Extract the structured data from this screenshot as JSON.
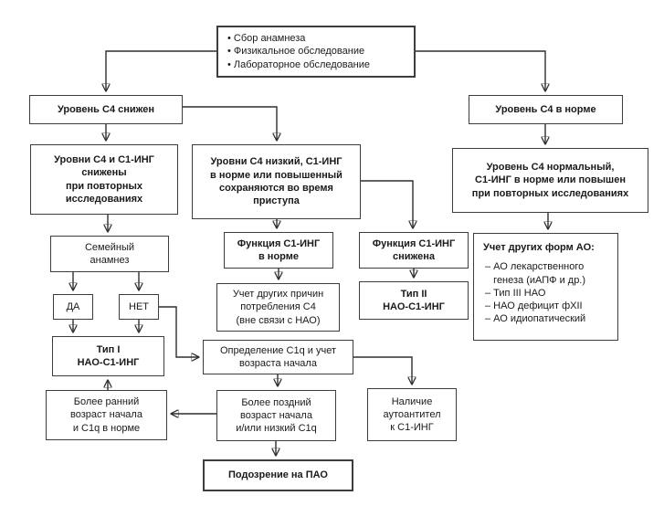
{
  "colors": {
    "ink": "#1a1a1a",
    "line": "#2e2e2e",
    "background": "#ffffff"
  },
  "nodes": {
    "assessment": {
      "text": "• Сбор анамнеза\n• Физикальное обследование\n• Лабораторное обследование"
    },
    "c4_low": {
      "label": "Уровень С4 снижен"
    },
    "c4_normal": {
      "label": "Уровень С4 в норме"
    },
    "c4_c1inh_low": {
      "text": "Уровни С4 и С1-ИНГ\nснижены\nпри повторных\nисследованиях"
    },
    "c4_low_c1inh_normal": {
      "text": "Уровни С4 низкий, С1-ИНГ\nв норме или повышенный\nсохраняются во время\nприступа"
    },
    "c4_normal_repeat": {
      "text": "Уровень С4 нормальный,\nС1-ИНГ в норме или повышен\nпри повторных исследованиях"
    },
    "family_history": {
      "text": "Семейный\nанамнез"
    },
    "c1inh_func_normal": {
      "text": "Функция С1-ИНГ\nв норме"
    },
    "c1inh_func_low": {
      "text": "Функция С1-ИНГ\nснижена"
    },
    "other_c4_causes": {
      "text": "Учет других причин\nпотребления С4\n(вне связи с НАО)"
    },
    "type2": {
      "text": "Тип II\nНАО-С1-ИНГ"
    },
    "other_ao_forms": {
      "title": "Учет других форм АО:",
      "items": "– АО лекарственного\n   генеза (иАПФ и др.)\n– Тип III НАО\n– НАО дефицит фХII\n– АО идиопатический"
    },
    "yes": {
      "label": "ДА"
    },
    "no": {
      "label": "НЕТ"
    },
    "type1": {
      "text": "Тип I\nНАО-С1-ИНГ"
    },
    "c1q_test": {
      "text": "Определение С1q и учет\nвозраста начала"
    },
    "early_onset": {
      "text": "Более ранний\nвозраст начала\nи С1q в норме"
    },
    "late_onset": {
      "text": "Более поздний\nвозраст начала\nи/или низкий С1q"
    },
    "autoantibodies": {
      "text": "Наличие\nаутоантител\nк С1-ИНГ"
    },
    "suspect_pao": {
      "label": "Подозрение на ПАО"
    }
  }
}
